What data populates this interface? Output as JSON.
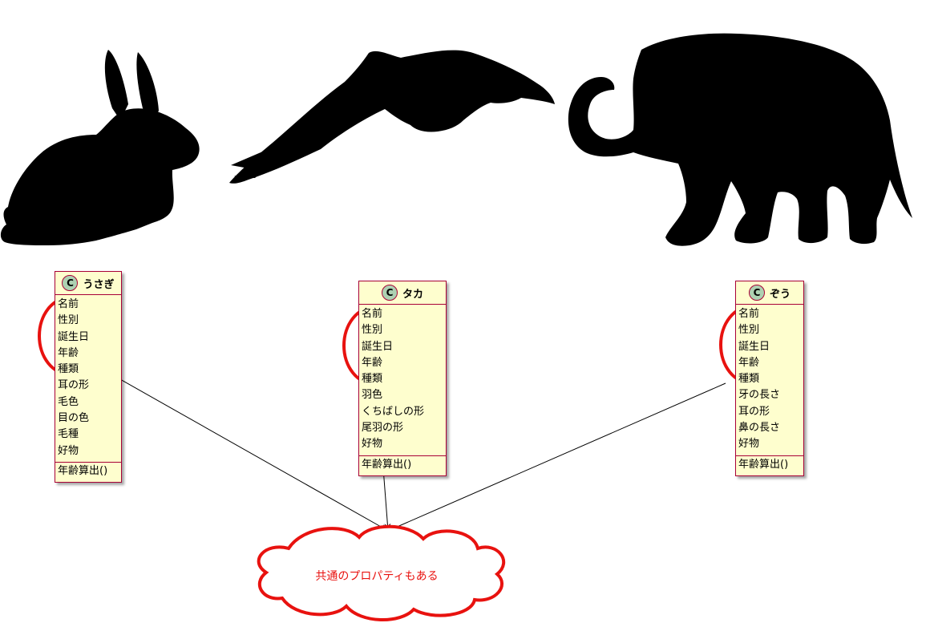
{
  "diagram": {
    "classes": [
      {
        "id": "rabbit",
        "icon": "class-c-badge",
        "badge": "C",
        "name": "うさぎ",
        "fields": [
          "名前",
          "性別",
          "誕生日",
          "年齢",
          "種類",
          "耳の形",
          "毛色",
          "目の色",
          "毛種",
          "好物"
        ],
        "methods": [
          "年齢算出()"
        ]
      },
      {
        "id": "hawk",
        "icon": "class-c-badge",
        "badge": "C",
        "name": "タカ",
        "fields": [
          "名前",
          "性別",
          "誕生日",
          "年齢",
          "種類",
          "羽色",
          "くちばしの形",
          "尾羽の形",
          "好物"
        ],
        "methods": [
          "年齢算出()"
        ]
      },
      {
        "id": "elephant",
        "icon": "class-c-badge",
        "badge": "C",
        "name": "ぞう",
        "fields": [
          "名前",
          "性別",
          "誕生日",
          "年齢",
          "種類",
          "牙の長さ",
          "耳の形",
          "鼻の長さ",
          "好物"
        ],
        "methods": [
          "年齢算出()"
        ]
      }
    ],
    "note": {
      "text": "共通のプロパティもある"
    },
    "images": [
      "rabbit-silhouette",
      "hawk-silhouette",
      "elephant-silhouette"
    ],
    "colors": {
      "class_fill": "#fefece",
      "class_border": "#a80036",
      "badge_fill": "#add1b2",
      "highlight": "#e8120f",
      "silhouette": "#000000"
    }
  }
}
